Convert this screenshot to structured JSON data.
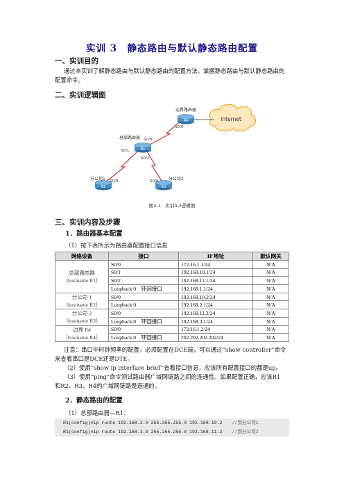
{
  "title": "实训 3　静态路由与默认静态路由配置",
  "s1": {
    "heading": "一、实训目的",
    "line1": "通过本实训了解静态路由与默认静态路由的配置方法，掌握静态路由与默认静态路由的",
    "line2": "配置命令。"
  },
  "s2": {
    "heading": "二、实训逻辑图"
  },
  "diagram": {
    "border_router": "边界路由器",
    "core_router": "总部路由器",
    "branch1": "分公司1",
    "branch2": "分公司2",
    "internet": "Internet",
    "r4": "R4",
    "r1": "R1",
    "r2": "R2",
    "r3": "R3",
    "if_r4": "S0/0",
    "if_r1_s00": "S0/0",
    "if_r1_s01": "S0/1",
    "if_r1_s02": "S0/2",
    "if_r2": "S0/0",
    "if_r3": "S0/0",
    "caption": "图3-1　实训4.2逻辑图"
  },
  "s3": {
    "heading": "三、实训内容及步骤",
    "sub1": "1．路由器基本配置",
    "step1": "（1）按下表所示为路由器配置接口信息"
  },
  "table": {
    "headers": [
      "网络设备",
      "接口",
      "IP 地址",
      "默认网关"
    ],
    "groups": [
      {
        "device": [
          "总部路由器",
          "（hostname R1）"
        ],
        "rows": [
          [
            "S0/0",
            "172.16.1.1/24",
            "N/A"
          ],
          [
            "S0/1",
            "192.168.10.1/24",
            "N/A"
          ],
          [
            "S0/2",
            "192.168.11.1/24",
            "N/A"
          ],
          [
            "Loopback 0　环回接口",
            "192.168.1.1/24",
            "N/A"
          ]
        ]
      },
      {
        "device": [
          "分公司 1",
          "（hostname R2）"
        ],
        "rows": [
          [
            "S0/0",
            "192.168.10.2/24",
            "N/A"
          ],
          [
            "Loopback 0",
            "192.168.2.1/24",
            "N/A"
          ]
        ]
      },
      {
        "device": [
          "分公司 2",
          "（hostname R3）"
        ],
        "rows": [
          [
            "S0/0",
            "192.168.11.2/24",
            "N/A"
          ],
          [
            "Loopback 0　环回接口",
            "192.168.3.1/24",
            "N/A"
          ]
        ]
      },
      {
        "device": [
          "边界 R4",
          "（hostname R4）"
        ],
        "rows": [
          [
            "S0/0",
            "172.16.1.2/24",
            "N/A"
          ],
          [
            "Loopback 0　环回接口",
            "202.202.202.202/24",
            "N/A"
          ]
        ]
      }
    ]
  },
  "notes": {
    "n1a": "注意：串口中时钟频率的配置，必须配置在DCE端，可以通过“show controller”命令",
    "n1b": "来查看串口是DCE还是DTE。",
    "n2": "（2）使用“show ip interface brief”查看接口信息，应该所有配置接口的都是up。",
    "n3a": "（3）使用“ping”命令测试路由器广域网链路之间的连通性。如果配置正确，应该R1",
    "n3b": "和R2、R3、R4的广域网链路是连通的。"
  },
  "sub2": "2．静态路由的配置",
  "step2": "（1）总部路由器—R1：",
  "code": [
    {
      "cmd": "R1(config)#ip route 192.168.2.0 255.255.255.0 192.168.10.2",
      "comment": "//到分公司1"
    },
    {
      "cmd": "R1(config)#ip route 192.168.3.0 255.255.255.0 192.168.11.2",
      "comment": "//到分公司2"
    }
  ],
  "colors": {
    "title": "#1a1a8a",
    "link": "#c0392b",
    "cloud": "#f5a623",
    "router": "#4a90c8"
  }
}
